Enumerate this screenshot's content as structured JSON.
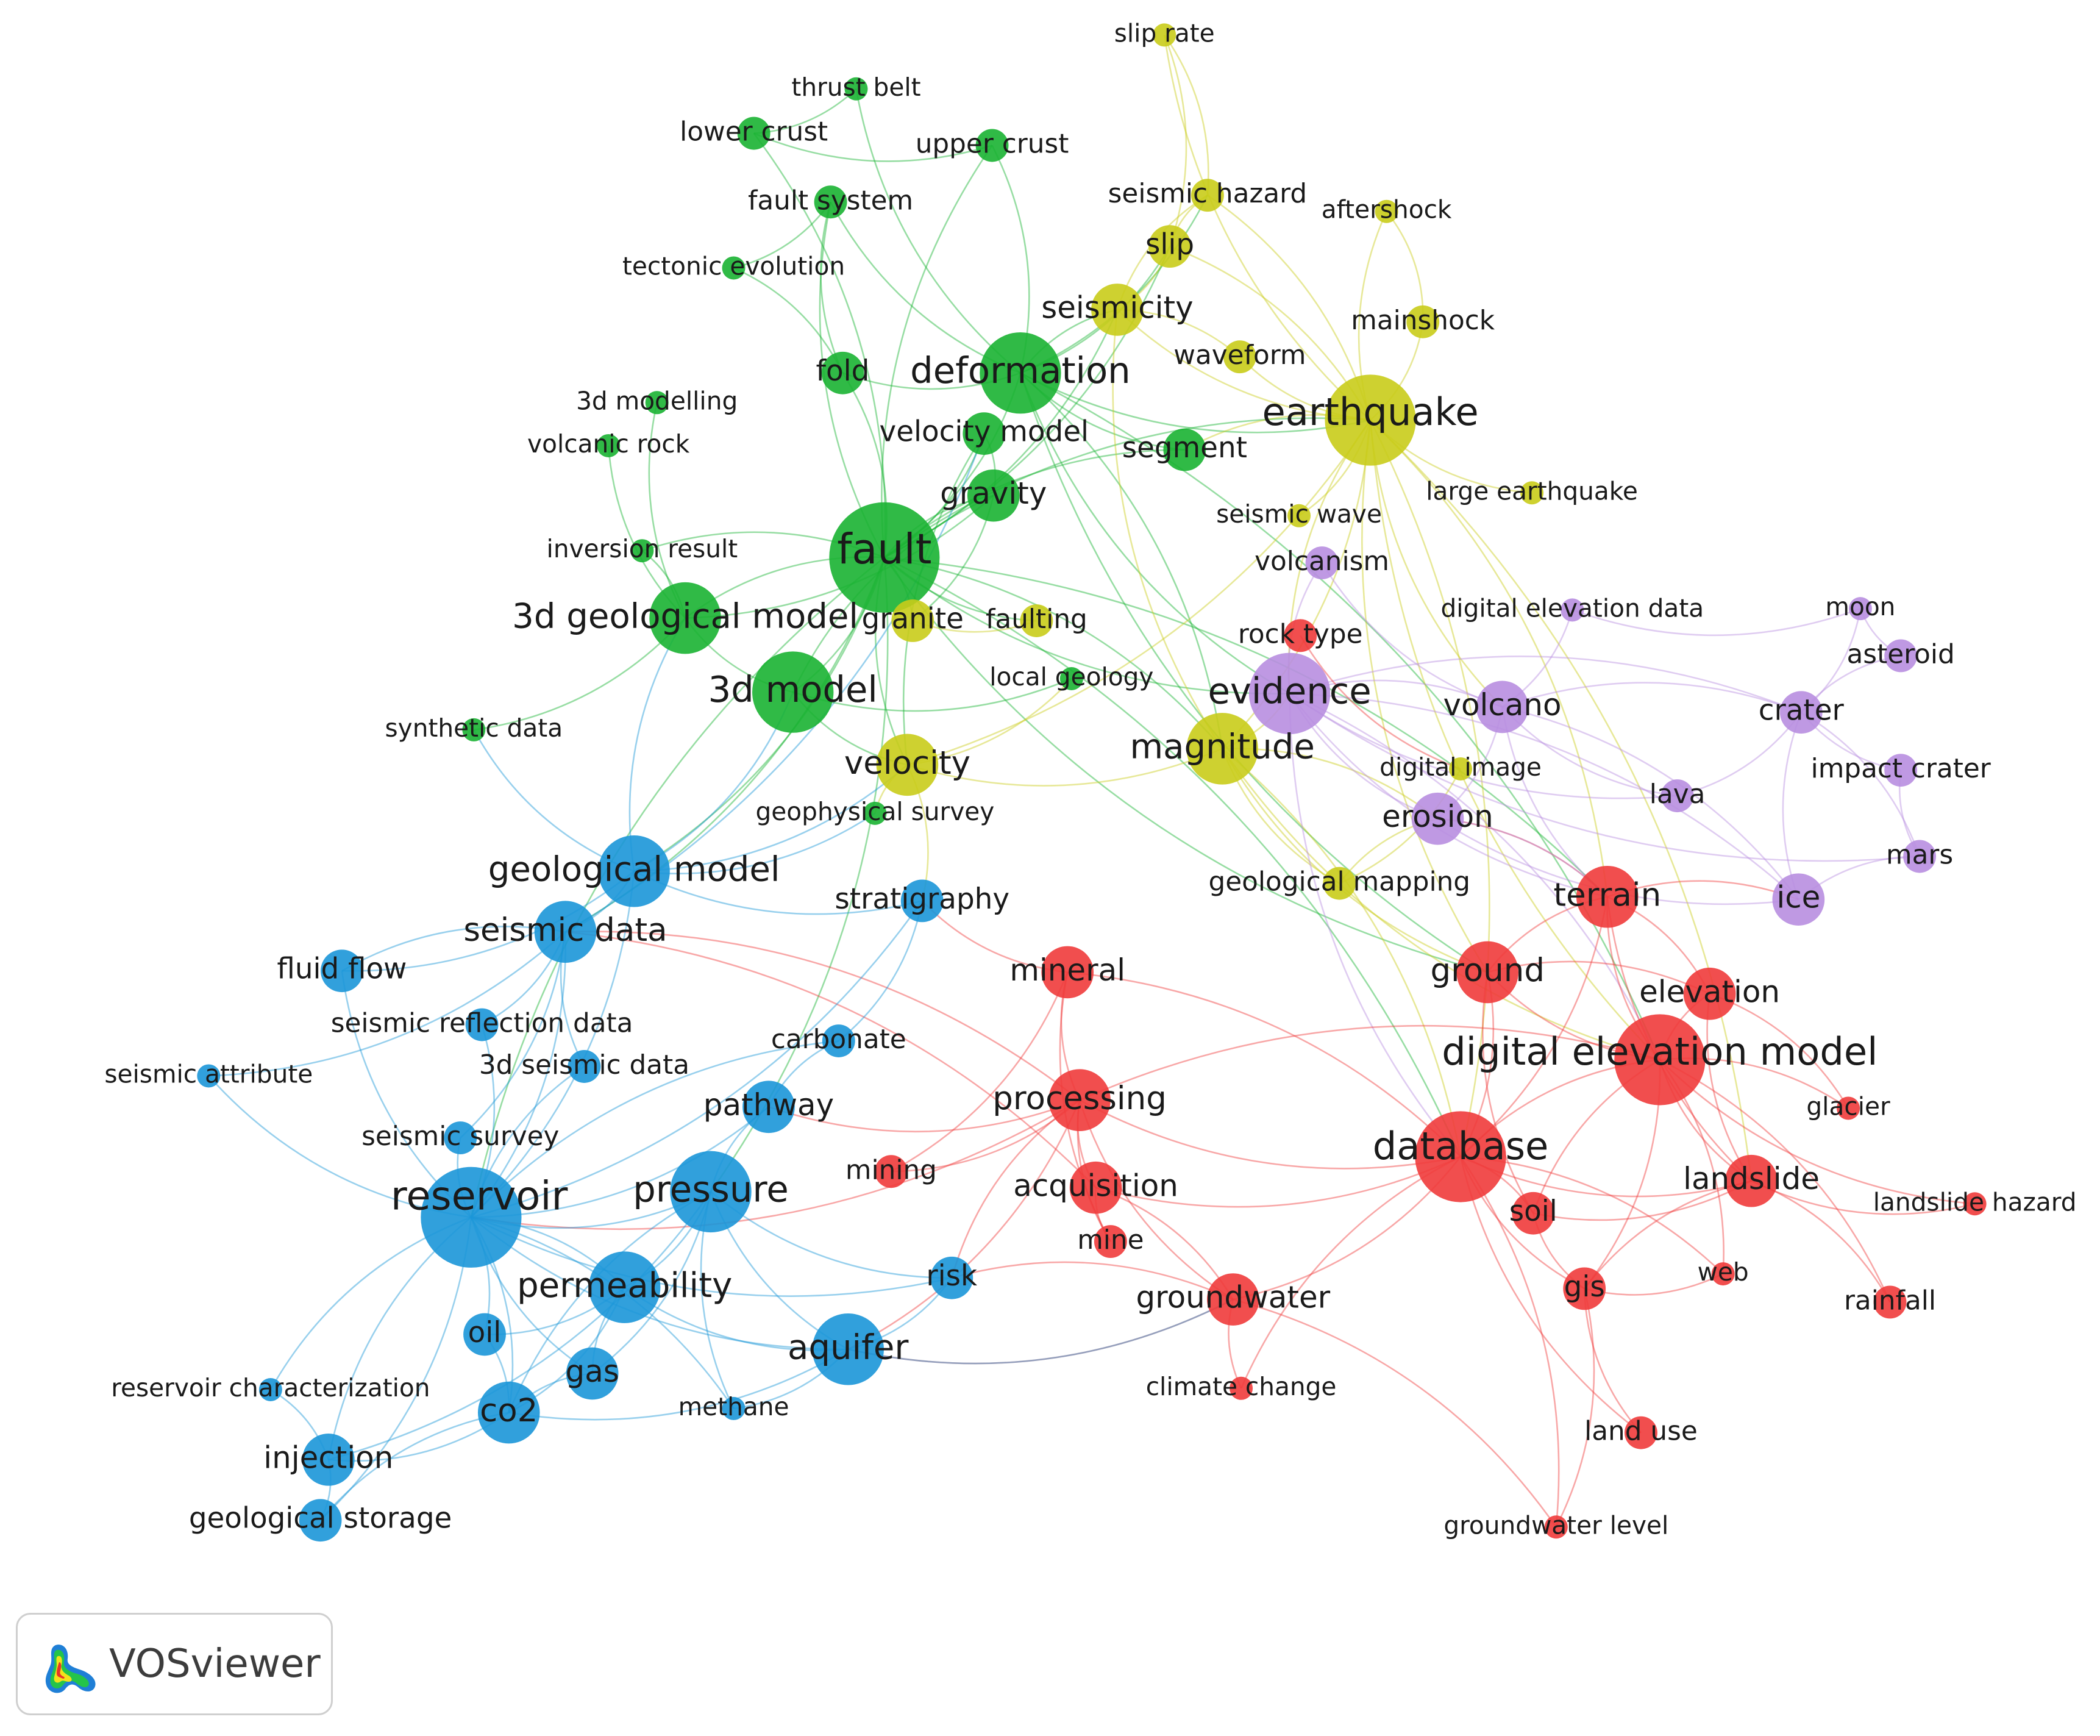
{
  "app": {
    "name": "VOSviewer",
    "logo_icon": "vosviewer-heatmap-logo-icon"
  },
  "clusters": {
    "green": "#19b332",
    "yellow": "#c9cc1a",
    "blue": "#1b96d8",
    "red": "#ef3b3b",
    "purple": "#b88ee0"
  },
  "nodes": [
    {
      "id": "slip rate",
      "c": "yellow",
      "w": 1
    },
    {
      "id": "thrust belt",
      "c": "green",
      "w": 1
    },
    {
      "id": "lower crust",
      "c": "green",
      "w": 2
    },
    {
      "id": "upper crust",
      "c": "green",
      "w": 2
    },
    {
      "id": "seismic hazard",
      "c": "yellow",
      "w": 2
    },
    {
      "id": "aftershock",
      "c": "yellow",
      "w": 1
    },
    {
      "id": "fault system",
      "c": "green",
      "w": 2
    },
    {
      "id": "slip",
      "c": "yellow",
      "w": 3
    },
    {
      "id": "tectonic evolution",
      "c": "green",
      "w": 1
    },
    {
      "id": "seismicity",
      "c": "yellow",
      "w": 4
    },
    {
      "id": "mainshock",
      "c": "yellow",
      "w": 2
    },
    {
      "id": "waveform",
      "c": "yellow",
      "w": 2
    },
    {
      "id": "fold",
      "c": "green",
      "w": 3
    },
    {
      "id": "deformation",
      "c": "green",
      "w": 7
    },
    {
      "id": "earthquake",
      "c": "yellow",
      "w": 8
    },
    {
      "id": "3d modelling",
      "c": "green",
      "w": 1
    },
    {
      "id": "velocity model",
      "c": "green",
      "w": 3
    },
    {
      "id": "segment",
      "c": "green",
      "w": 3
    },
    {
      "id": "volcanic rock",
      "c": "green",
      "w": 1
    },
    {
      "id": "gravity",
      "c": "green",
      "w": 4
    },
    {
      "id": "large earthquake",
      "c": "yellow",
      "w": 1
    },
    {
      "id": "seismic wave",
      "c": "yellow",
      "w": 1
    },
    {
      "id": "fault",
      "c": "green",
      "w": 10
    },
    {
      "id": "inversion result",
      "c": "green",
      "w": 1
    },
    {
      "id": "volcanism",
      "c": "purple",
      "w": 2
    },
    {
      "id": "3d geological model",
      "c": "green",
      "w": 6
    },
    {
      "id": "granite",
      "c": "yellow",
      "w": 3
    },
    {
      "id": "faulting",
      "c": "yellow",
      "w": 2
    },
    {
      "id": "digital elevation data",
      "c": "purple",
      "w": 1
    },
    {
      "id": "moon",
      "c": "purple",
      "w": 1
    },
    {
      "id": "rock type",
      "c": "red",
      "w": 2
    },
    {
      "id": "asteroid",
      "c": "purple",
      "w": 2
    },
    {
      "id": "local geology",
      "c": "green",
      "w": 1
    },
    {
      "id": "3d model",
      "c": "green",
      "w": 7
    },
    {
      "id": "evidence",
      "c": "purple",
      "w": 7
    },
    {
      "id": "volcano",
      "c": "purple",
      "w": 4
    },
    {
      "id": "crater",
      "c": "purple",
      "w": 3
    },
    {
      "id": "synthetic data",
      "c": "green",
      "w": 1
    },
    {
      "id": "magnitude",
      "c": "yellow",
      "w": 6
    },
    {
      "id": "digital image",
      "c": "yellow",
      "w": 1
    },
    {
      "id": "impact crater",
      "c": "purple",
      "w": 2
    },
    {
      "id": "velocity",
      "c": "yellow",
      "w": 5
    },
    {
      "id": "lava",
      "c": "purple",
      "w": 2
    },
    {
      "id": "geophysical survey",
      "c": "green",
      "w": 1
    },
    {
      "id": "erosion",
      "c": "purple",
      "w": 4
    },
    {
      "id": "mars",
      "c": "purple",
      "w": 2
    },
    {
      "id": "geological model",
      "c": "blue",
      "w": 6
    },
    {
      "id": "geological mapping",
      "c": "yellow",
      "w": 2
    },
    {
      "id": "stratigraphy",
      "c": "blue",
      "w": 3
    },
    {
      "id": "terrain",
      "c": "red",
      "w": 5
    },
    {
      "id": "ice",
      "c": "purple",
      "w": 4
    },
    {
      "id": "seismic data",
      "c": "blue",
      "w": 5
    },
    {
      "id": "fluid flow",
      "c": "blue",
      "w": 3
    },
    {
      "id": "mineral",
      "c": "red",
      "w": 4
    },
    {
      "id": "ground",
      "c": "red",
      "w": 5
    },
    {
      "id": "elevation",
      "c": "red",
      "w": 4
    },
    {
      "id": "seismic reflection data",
      "c": "blue",
      "w": 2
    },
    {
      "id": "carbonate",
      "c": "blue",
      "w": 2
    },
    {
      "id": "digital elevation model",
      "c": "red",
      "w": 8
    },
    {
      "id": "seismic attribute",
      "c": "blue",
      "w": 1
    },
    {
      "id": "3d seismic data",
      "c": "blue",
      "w": 2
    },
    {
      "id": "pathway",
      "c": "blue",
      "w": 4
    },
    {
      "id": "processing",
      "c": "red",
      "w": 5
    },
    {
      "id": "glacier",
      "c": "red",
      "w": 1
    },
    {
      "id": "seismic survey",
      "c": "blue",
      "w": 2
    },
    {
      "id": "database",
      "c": "red",
      "w": 8
    },
    {
      "id": "mining",
      "c": "red",
      "w": 2
    },
    {
      "id": "acquisition",
      "c": "red",
      "w": 4
    },
    {
      "id": "landslide",
      "c": "red",
      "w": 4
    },
    {
      "id": "reservoir",
      "c": "blue",
      "w": 9
    },
    {
      "id": "pressure",
      "c": "blue",
      "w": 7
    },
    {
      "id": "soil",
      "c": "red",
      "w": 3
    },
    {
      "id": "landslide hazard",
      "c": "red",
      "w": 1
    },
    {
      "id": "mine",
      "c": "red",
      "w": 2
    },
    {
      "id": "permeability",
      "c": "blue",
      "w": 6
    },
    {
      "id": "risk",
      "c": "blue",
      "w": 3
    },
    {
      "id": "web",
      "c": "red",
      "w": 1
    },
    {
      "id": "gis",
      "c": "red",
      "w": 3
    },
    {
      "id": "groundwater",
      "c": "red",
      "w": 4
    },
    {
      "id": "rainfall",
      "c": "red",
      "w": 2
    },
    {
      "id": "oil",
      "c": "blue",
      "w": 3
    },
    {
      "id": "aquifer",
      "c": "blue",
      "w": 6
    },
    {
      "id": "gas",
      "c": "blue",
      "w": 4
    },
    {
      "id": "reservoir characterization",
      "c": "blue",
      "w": 1
    },
    {
      "id": "climate change",
      "c": "red",
      "w": 1
    },
    {
      "id": "co2",
      "c": "blue",
      "w": 5
    },
    {
      "id": "methane",
      "c": "blue",
      "w": 1
    },
    {
      "id": "land use",
      "c": "red",
      "w": 2
    },
    {
      "id": "injection",
      "c": "blue",
      "w": 4
    },
    {
      "id": "geological storage",
      "c": "blue",
      "w": 3
    },
    {
      "id": "groundwater level",
      "c": "red",
      "w": 1
    }
  ],
  "links": [
    [
      "fault",
      "deformation"
    ],
    [
      "fault",
      "3d model"
    ],
    [
      "fault",
      "3d geological model"
    ],
    [
      "fault",
      "gravity"
    ],
    [
      "fault",
      "velocity model"
    ],
    [
      "fault",
      "earthquake"
    ],
    [
      "fault",
      "seismicity"
    ],
    [
      "fault",
      "geological model"
    ],
    [
      "fault",
      "reservoir"
    ],
    [
      "fault",
      "database"
    ],
    [
      "fault",
      "evidence"
    ],
    [
      "fault",
      "magnitude"
    ],
    [
      "fault",
      "fold"
    ],
    [
      "fault",
      "fault system"
    ],
    [
      "fault",
      "lower crust"
    ],
    [
      "fault",
      "upper crust"
    ],
    [
      "fault",
      "velocity"
    ],
    [
      "fault",
      "granite"
    ],
    [
      "fault",
      "faulting"
    ],
    [
      "fault",
      "seismic data"
    ],
    [
      "fault",
      "inversion result"
    ],
    [
      "fault",
      "segment"
    ],
    [
      "fault",
      "slip"
    ],
    [
      "fault",
      "terrain"
    ],
    [
      "fault",
      "ground"
    ],
    [
      "fault",
      "pressure"
    ],
    [
      "deformation",
      "earthquake"
    ],
    [
      "deformation",
      "seismicity"
    ],
    [
      "deformation",
      "slip"
    ],
    [
      "deformation",
      "fold"
    ],
    [
      "deformation",
      "segment"
    ],
    [
      "deformation",
      "fault system"
    ],
    [
      "deformation",
      "upper crust"
    ],
    [
      "deformation",
      "thrust belt"
    ],
    [
      "deformation",
      "evidence"
    ],
    [
      "deformation",
      "magnitude"
    ],
    [
      "deformation",
      "seismic hazard"
    ],
    [
      "deformation",
      "digital elevation model"
    ],
    [
      "deformation",
      "ground"
    ],
    [
      "earthquake",
      "seismicity"
    ],
    [
      "earthquake",
      "slip"
    ],
    [
      "earthquake",
      "aftershock"
    ],
    [
      "earthquake",
      "mainshock"
    ],
    [
      "earthquake",
      "waveform"
    ],
    [
      "earthquake",
      "seismic hazard"
    ],
    [
      "earthquake",
      "magnitude"
    ],
    [
      "earthquake",
      "large earthquake"
    ],
    [
      "earthquake",
      "slip rate"
    ],
    [
      "earthquake",
      "evidence"
    ],
    [
      "earthquake",
      "seismic wave"
    ],
    [
      "earthquake",
      "volcano"
    ],
    [
      "earthquake",
      "landslide"
    ],
    [
      "earthquake",
      "digital elevation model"
    ],
    [
      "earthquake",
      "database"
    ],
    [
      "earthquake",
      "segment"
    ],
    [
      "earthquake",
      "velocity"
    ],
    [
      "earthquake",
      "ground"
    ],
    [
      "earthquake",
      "terrain"
    ],
    [
      "seismicity",
      "slip"
    ],
    [
      "seismicity",
      "seismic hazard"
    ],
    [
      "seismicity",
      "magnitude"
    ],
    [
      "seismicity",
      "waveform"
    ],
    [
      "slip",
      "slip rate"
    ],
    [
      "slip",
      "seismic hazard"
    ],
    [
      "seismic hazard",
      "slip rate"
    ],
    [
      "aftershock",
      "mainshock"
    ],
    [
      "magnitude",
      "evidence"
    ],
    [
      "magnitude",
      "velocity"
    ],
    [
      "magnitude",
      "digital elevation model"
    ],
    [
      "magnitude",
      "database"
    ],
    [
      "magnitude",
      "ground"
    ],
    [
      "magnitude",
      "erosion"
    ],
    [
      "magnitude",
      "geological mapping"
    ],
    [
      "evidence",
      "volcano"
    ],
    [
      "evidence",
      "erosion"
    ],
    [
      "evidence",
      "crater"
    ],
    [
      "evidence",
      "terrain"
    ],
    [
      "evidence",
      "ice"
    ],
    [
      "evidence",
      "mars"
    ],
    [
      "evidence",
      "volcanism"
    ],
    [
      "evidence",
      "database"
    ],
    [
      "evidence",
      "digital elevation model"
    ],
    [
      "evidence",
      "lava"
    ],
    [
      "volcano",
      "crater"
    ],
    [
      "volcano",
      "lava"
    ],
    [
      "volcano",
      "erosion"
    ],
    [
      "volcano",
      "terrain"
    ],
    [
      "volcano",
      "ice"
    ],
    [
      "volcano",
      "digital elevation data"
    ],
    [
      "volcano",
      "volcanism"
    ],
    [
      "crater",
      "impact crater"
    ],
    [
      "crater",
      "asteroid"
    ],
    [
      "crater",
      "moon"
    ],
    [
      "crater",
      "mars"
    ],
    [
      "crater",
      "ice"
    ],
    [
      "crater",
      "lava"
    ],
    [
      "mars",
      "ice"
    ],
    [
      "mars",
      "impact crater"
    ],
    [
      "moon",
      "asteroid"
    ],
    [
      "moon",
      "digital elevation data"
    ],
    [
      "terrain",
      "digital elevation model"
    ],
    [
      "terrain",
      "elevation"
    ],
    [
      "terrain",
      "ground"
    ],
    [
      "terrain",
      "ice"
    ],
    [
      "terrain",
      "erosion"
    ],
    [
      "terrain",
      "database"
    ],
    [
      "terrain",
      "landslide"
    ],
    [
      "digital elevation model",
      "elevation"
    ],
    [
      "digital elevation model",
      "database"
    ],
    [
      "digital elevation model",
      "ground"
    ],
    [
      "digital elevation model",
      "landslide"
    ],
    [
      "digital elevation model",
      "glacier"
    ],
    [
      "digital elevation model",
      "soil"
    ],
    [
      "digital elevation model",
      "gis"
    ],
    [
      "digital elevation model",
      "processing"
    ],
    [
      "digital elevation model",
      "rainfall"
    ],
    [
      "digital elevation model",
      "landslide hazard"
    ],
    [
      "digital elevation model",
      "web"
    ],
    [
      "database",
      "gis"
    ],
    [
      "database",
      "soil"
    ],
    [
      "database",
      "ground"
    ],
    [
      "database",
      "processing"
    ],
    [
      "database",
      "land use"
    ],
    [
      "database",
      "groundwater"
    ],
    [
      "database",
      "landslide"
    ],
    [
      "database",
      "acquisition"
    ],
    [
      "database",
      "mineral"
    ],
    [
      "database",
      "web"
    ],
    [
      "database",
      "climate change"
    ],
    [
      "database",
      "groundwater level"
    ],
    [
      "landslide",
      "landslide hazard"
    ],
    [
      "landslide",
      "rainfall"
    ],
    [
      "landslide",
      "gis"
    ],
    [
      "landslide",
      "soil"
    ],
    [
      "gis",
      "land use"
    ],
    [
      "gis",
      "groundwater level"
    ],
    [
      "gis",
      "web"
    ],
    [
      "gis",
      "soil"
    ],
    [
      "processing",
      "acquisition"
    ],
    [
      "processing",
      "mineral"
    ],
    [
      "processing",
      "mine"
    ],
    [
      "processing",
      "mining"
    ],
    [
      "processing",
      "groundwater"
    ],
    [
      "processing",
      "pathway"
    ],
    [
      "processing",
      "risk"
    ],
    [
      "processing",
      "aquifer"
    ],
    [
      "processing",
      "seismic data"
    ],
    [
      "processing",
      "reservoir"
    ],
    [
      "acquisition",
      "mine"
    ],
    [
      "acquisition",
      "groundwater"
    ],
    [
      "acquisition",
      "seismic data"
    ],
    [
      "groundwater",
      "aquifer"
    ],
    [
      "groundwater",
      "climate change"
    ],
    [
      "groundwater",
      "groundwater level"
    ],
    [
      "groundwater",
      "risk"
    ],
    [
      "mineral",
      "mining"
    ],
    [
      "mineral",
      "mine"
    ],
    [
      "mineral",
      "stratigraphy"
    ],
    [
      "reservoir",
      "pressure"
    ],
    [
      "reservoir",
      "permeability"
    ],
    [
      "reservoir",
      "seismic data"
    ],
    [
      "reservoir",
      "seismic survey"
    ],
    [
      "reservoir",
      "geological model"
    ],
    [
      "reservoir",
      "oil"
    ],
    [
      "reservoir",
      "gas"
    ],
    [
      "reservoir",
      "co2"
    ],
    [
      "reservoir",
      "injection"
    ],
    [
      "reservoir",
      "geological storage"
    ],
    [
      "reservoir",
      "reservoir characterization"
    ],
    [
      "reservoir",
      "fluid flow"
    ],
    [
      "reservoir",
      "aquifer"
    ],
    [
      "reservoir",
      "3d seismic data"
    ],
    [
      "reservoir",
      "seismic reflection data"
    ],
    [
      "reservoir",
      "seismic attribute"
    ],
    [
      "reservoir",
      "pathway"
    ],
    [
      "reservoir",
      "carbonate"
    ],
    [
      "reservoir",
      "stratigraphy"
    ],
    [
      "reservoir",
      "methane"
    ],
    [
      "reservoir",
      "risk"
    ],
    [
      "pressure",
      "permeability"
    ],
    [
      "pressure",
      "aquifer"
    ],
    [
      "pressure",
      "pathway"
    ],
    [
      "pressure",
      "co2"
    ],
    [
      "pressure",
      "gas"
    ],
    [
      "pressure",
      "risk"
    ],
    [
      "pressure",
      "injection"
    ],
    [
      "pressure",
      "methane"
    ],
    [
      "permeability",
      "oil"
    ],
    [
      "permeability",
      "gas"
    ],
    [
      "permeability",
      "co2"
    ],
    [
      "permeability",
      "aquifer"
    ],
    [
      "aquifer",
      "co2"
    ],
    [
      "aquifer",
      "risk"
    ],
    [
      "aquifer",
      "methane"
    ],
    [
      "aquifer",
      "groundwater"
    ],
    [
      "co2",
      "injection"
    ],
    [
      "co2",
      "geological storage"
    ],
    [
      "co2",
      "gas"
    ],
    [
      "co2",
      "oil"
    ],
    [
      "injection",
      "geological storage"
    ],
    [
      "injection",
      "reservoir characterization"
    ],
    [
      "geological model",
      "seismic data"
    ],
    [
      "geological model",
      "3d model"
    ],
    [
      "geological model",
      "3d geological model"
    ],
    [
      "geological model",
      "stratigraphy"
    ],
    [
      "geological model",
      "fluid flow"
    ],
    [
      "geological model",
      "velocity"
    ],
    [
      "geological model",
      "synthetic data"
    ],
    [
      "geological model",
      "geophysical survey"
    ],
    [
      "seismic data",
      "seismic reflection data"
    ],
    [
      "seismic data",
      "3d seismic data"
    ],
    [
      "seismic data",
      "seismic attribute"
    ],
    [
      "seismic data",
      "fluid flow"
    ],
    [
      "seismic data",
      "seismic survey"
    ],
    [
      "seismic data",
      "velocity model"
    ],
    [
      "3d model",
      "3d geological model"
    ],
    [
      "3d model",
      "velocity"
    ],
    [
      "3d model",
      "gravity"
    ],
    [
      "3d model",
      "local geology"
    ],
    [
      "3d geological model",
      "3d modelling"
    ],
    [
      "3d geological model",
      "inversion result"
    ],
    [
      "3d geological model",
      "volcanic rock"
    ],
    [
      "3d geological model",
      "gravity"
    ],
    [
      "3d geological model",
      "synthetic data"
    ],
    [
      "gravity",
      "velocity model"
    ],
    [
      "gravity",
      "granite"
    ],
    [
      "velocity model",
      "velocity"
    ],
    [
      "fold",
      "fault system"
    ],
    [
      "fold",
      "tectonic evolution"
    ],
    [
      "fault system",
      "tectonic evolution"
    ],
    [
      "lower crust",
      "upper crust"
    ],
    [
      "thrust belt",
      "lower crust"
    ],
    [
      "velocity",
      "geophysical survey"
    ],
    [
      "velocity",
      "stratigraphy"
    ],
    [
      "velocity",
      "local geology"
    ],
    [
      "faulting",
      "granite"
    ],
    [
      "geological mapping",
      "digital image"
    ],
    [
      "geological mapping",
      "erosion"
    ],
    [
      "rock type",
      "digital image"
    ],
    [
      "ground",
      "elevation"
    ],
    [
      "ground",
      "soil"
    ],
    [
      "elevation",
      "glacier"
    ],
    [
      "elevation",
      "landslide"
    ],
    [
      "erosion",
      "terrain"
    ],
    [
      "erosion",
      "ice"
    ],
    [
      "stratigraphy",
      "carbonate"
    ],
    [
      "carbonate",
      "pathway"
    ]
  ]
}
